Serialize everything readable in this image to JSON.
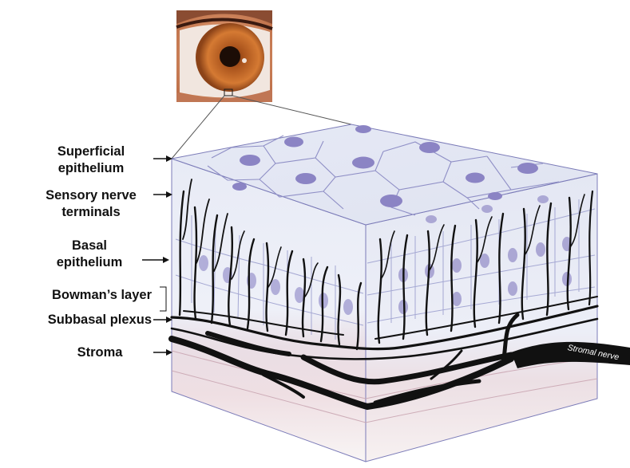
{
  "labels": {
    "superficial_epithelium": [
      "Superficial",
      "epithelium"
    ],
    "sensory_nerve_terminals": [
      "Sensory nerve",
      "terminals"
    ],
    "basal_epithelium": [
      "Basal",
      "epithelium"
    ],
    "bowmans_layer": "Bowman’s layer",
    "subbasal_plexus": "Subbasal plexus",
    "stroma": "Stroma",
    "stromal_nerve": "Stromal nerve"
  },
  "colors": {
    "epithelium_top": "#e4e7f4",
    "epithelium_front": "#eceef7",
    "cell_nucleus": "#8b84c4",
    "cell_border": "#8f8fc6",
    "nerve": "#111111",
    "stroma_top": "#efdde2",
    "stroma_bottom": "#f7f3f3",
    "iris": "#c96e2c"
  },
  "icons": {
    "eye_photo": "eye-photo-icon",
    "arrow": "right-arrow-icon"
  }
}
